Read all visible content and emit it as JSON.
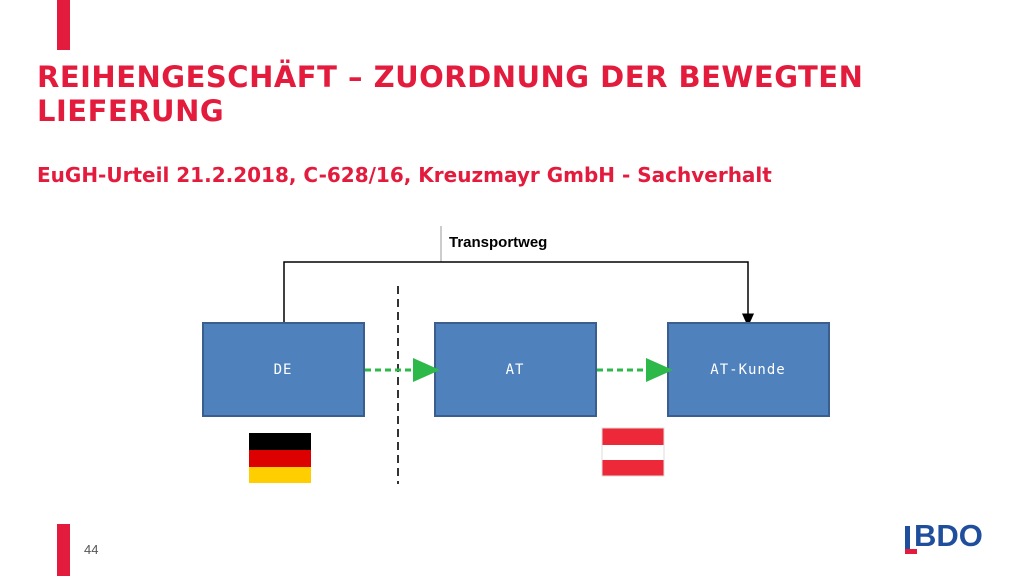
{
  "slide": {
    "title": "REIHENGESCHÄFT – ZUORDNUNG DER BEWEGTEN LIEFERUNG",
    "subtitle": "EuGH-Urteil 21.2.2018, C-628/16, Kreuzmayr GmbH - Sachverhalt",
    "page_number": "44"
  },
  "diagram": {
    "transport_label": "Transportweg",
    "boxes": [
      {
        "id": "de",
        "label": "DE"
      },
      {
        "id": "at",
        "label": "AT"
      },
      {
        "id": "at-kunde",
        "label": "AT-Kunde"
      }
    ],
    "flags": [
      {
        "id": "germany-flag",
        "stripes": [
          "#000000",
          "#dd0000",
          "#ffce00"
        ]
      },
      {
        "id": "austria-flag",
        "stripes": [
          "#ed2939",
          "#ffffff",
          "#ed2939"
        ]
      }
    ],
    "colors": {
      "box_fill": "#4f81bd",
      "box_stroke": "#3a5f8e",
      "arrow_green": "#2db84a",
      "accent_red": "#e31b3d"
    }
  },
  "logo": {
    "text": "BDO",
    "color": "#1f4e9c"
  }
}
